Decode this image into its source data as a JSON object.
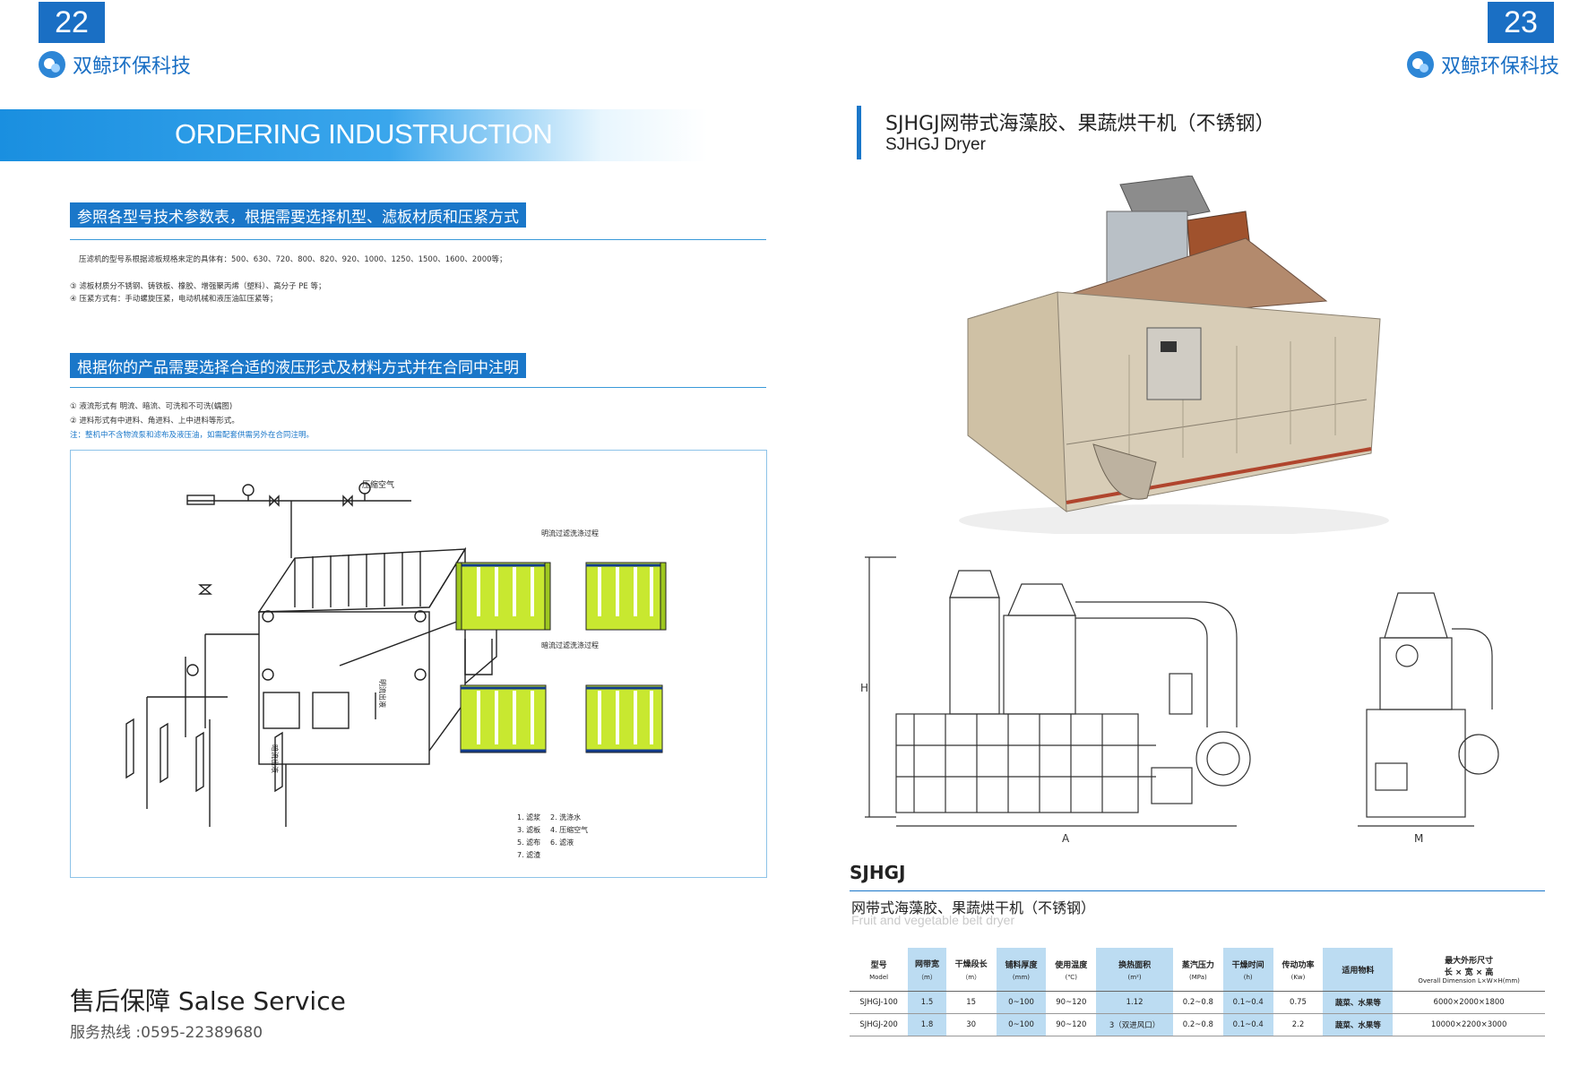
{
  "left_page": {
    "page_number": "22",
    "brand": "双鲸环保科技",
    "banner": "ORDERING INDUSTRUCTION",
    "section1": {
      "heading": "参照各型号技术参数表，根据需要选择机型、滤板材质和压紧方式",
      "lines": [
        "压滤机的型号系根据滤板规格来定的具体有：500、630、720、800、820、920、1000、1250、1500、1600、2000等；",
        "③ 滤板材质分不锈钢、铸铁板、橡胶、增强聚丙烯（塑料）、高分子 PE 等；",
        "④ 压紧方式有：手动螺旋压紧，电动机械和液压油缸压紧等；"
      ]
    },
    "section2": {
      "heading": "根据你的产品需要选择合适的液压形式及材料方式并在合同中注明",
      "lines": [
        "① 液流形式有 明流、暗流、可洗和不可洗(蠕图)",
        "② 进料形式有中进料、角进料、上中进料等形式。"
      ],
      "note": "注：整机中不含物流泵和滤布及液压油，如需配套供需另外在合同注明。"
    },
    "diagram": {
      "label_air": "压缩空气",
      "label_open_out": "明流出液",
      "label_dark_out": "暗流出液",
      "label_open_wash": "明流过滤洗涤过程",
      "label_dark_wash": "暗流过滤洗涤过程",
      "legend": [
        "1. 滤浆",
        "2. 洗涤水",
        "3. 滤板",
        "4. 压缩空气",
        "5. 滤布",
        "6. 滤液",
        "7. 滤渣"
      ]
    },
    "service_title": "售后保障 Salse Service",
    "hotline": "服务热线 :0595-22389680"
  },
  "right_page": {
    "page_number": "23",
    "brand": "双鲸环保科技",
    "title_cn": "SJHGJ网带式海藻胶、果蔬烘干机（不锈钢）",
    "title_en": "SJHGJ Dryer",
    "drawing_labels": {
      "height": "H",
      "length": "A",
      "width": "M"
    },
    "model_label": "SJHGJ",
    "table_title_cn": "网带式海藻胶、果蔬烘干机（不锈钢）",
    "table_title_en": "Fruit and vegetable belt dryer",
    "table": {
      "headers": [
        {
          "cn": "型号",
          "en": "Model",
          "blue": false
        },
        {
          "cn": "网带宽",
          "en": "（m）",
          "blue": true
        },
        {
          "cn": "干燥段长",
          "en": "（m）",
          "blue": false
        },
        {
          "cn": "铺料厚度",
          "en": "(mm)",
          "blue": true
        },
        {
          "cn": "使用温度",
          "en": "(℃)",
          "blue": false
        },
        {
          "cn": "换热面积",
          "en": "(m²)",
          "blue": true
        },
        {
          "cn": "蒸汽压力",
          "en": "(MPa)",
          "blue": false
        },
        {
          "cn": "干燥时间",
          "en": "(h)",
          "blue": true
        },
        {
          "cn": "传动功率",
          "en": "(Kw)",
          "blue": false
        },
        {
          "cn": "适用物料",
          "en": "",
          "blue": true
        },
        {
          "cn": "最大外形尺寸",
          "en": "长 × 宽 × 高",
          "en2": "Overall Dimension L×W×H(mm)",
          "blue": false
        }
      ],
      "rows": [
        [
          "SJHGJ-100",
          "1.5",
          "15",
          "0~100",
          "90~120",
          "1.12",
          "0.2~0.8",
          "0.1~0.4",
          "0.75",
          "蔬菜、水果等",
          "6000×2000×1800"
        ],
        [
          "SJHGJ-200",
          "1.8",
          "30",
          "0~100",
          "90~120",
          "3（双进风口）",
          "0.2~0.8",
          "0.1~0.4",
          "2.2",
          "蔬菜、水果等",
          "10000×2200×3000"
        ]
      ]
    }
  },
  "colors": {
    "accent": "#1a6fc4",
    "section": "#1a77c9",
    "table_highlight": "#bcdcf2",
    "filter_green": "#c8e830"
  },
  "icons": [
    "whale-logo-icon",
    "valve-icon",
    "pressure-gauge-icon"
  ]
}
